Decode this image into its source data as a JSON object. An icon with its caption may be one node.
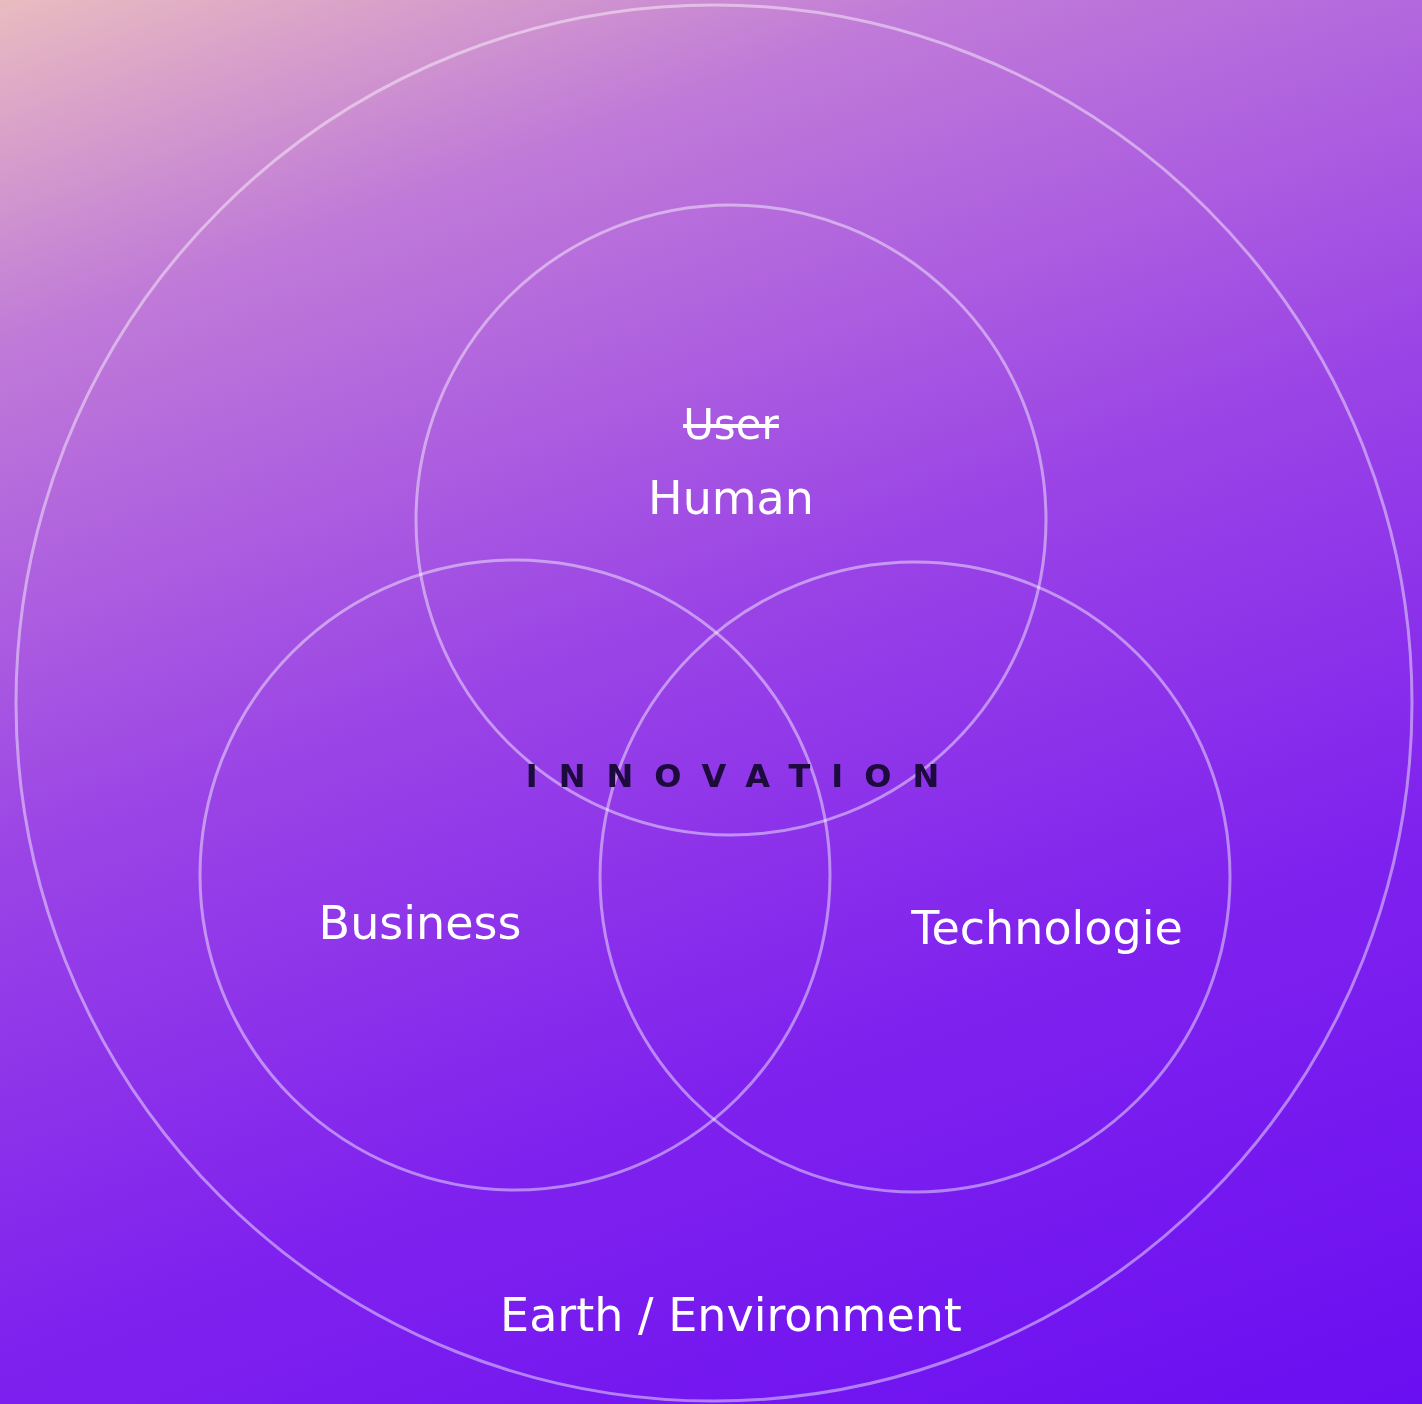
{
  "diagram": {
    "nodes": [
      {
        "text": [
          "Earth / Environment"
        ]
      },
      {
        "text": [
          "User",
          "Human"
        ],
        "in": 0
      },
      {
        "text": [
          "Business"
        ],
        "in": 0
      },
      {
        "text": [
          "Technologie"
        ],
        "in": 0
      }
    ],
    "labels": [
      "INNOVATION"
    ]
  }
}
